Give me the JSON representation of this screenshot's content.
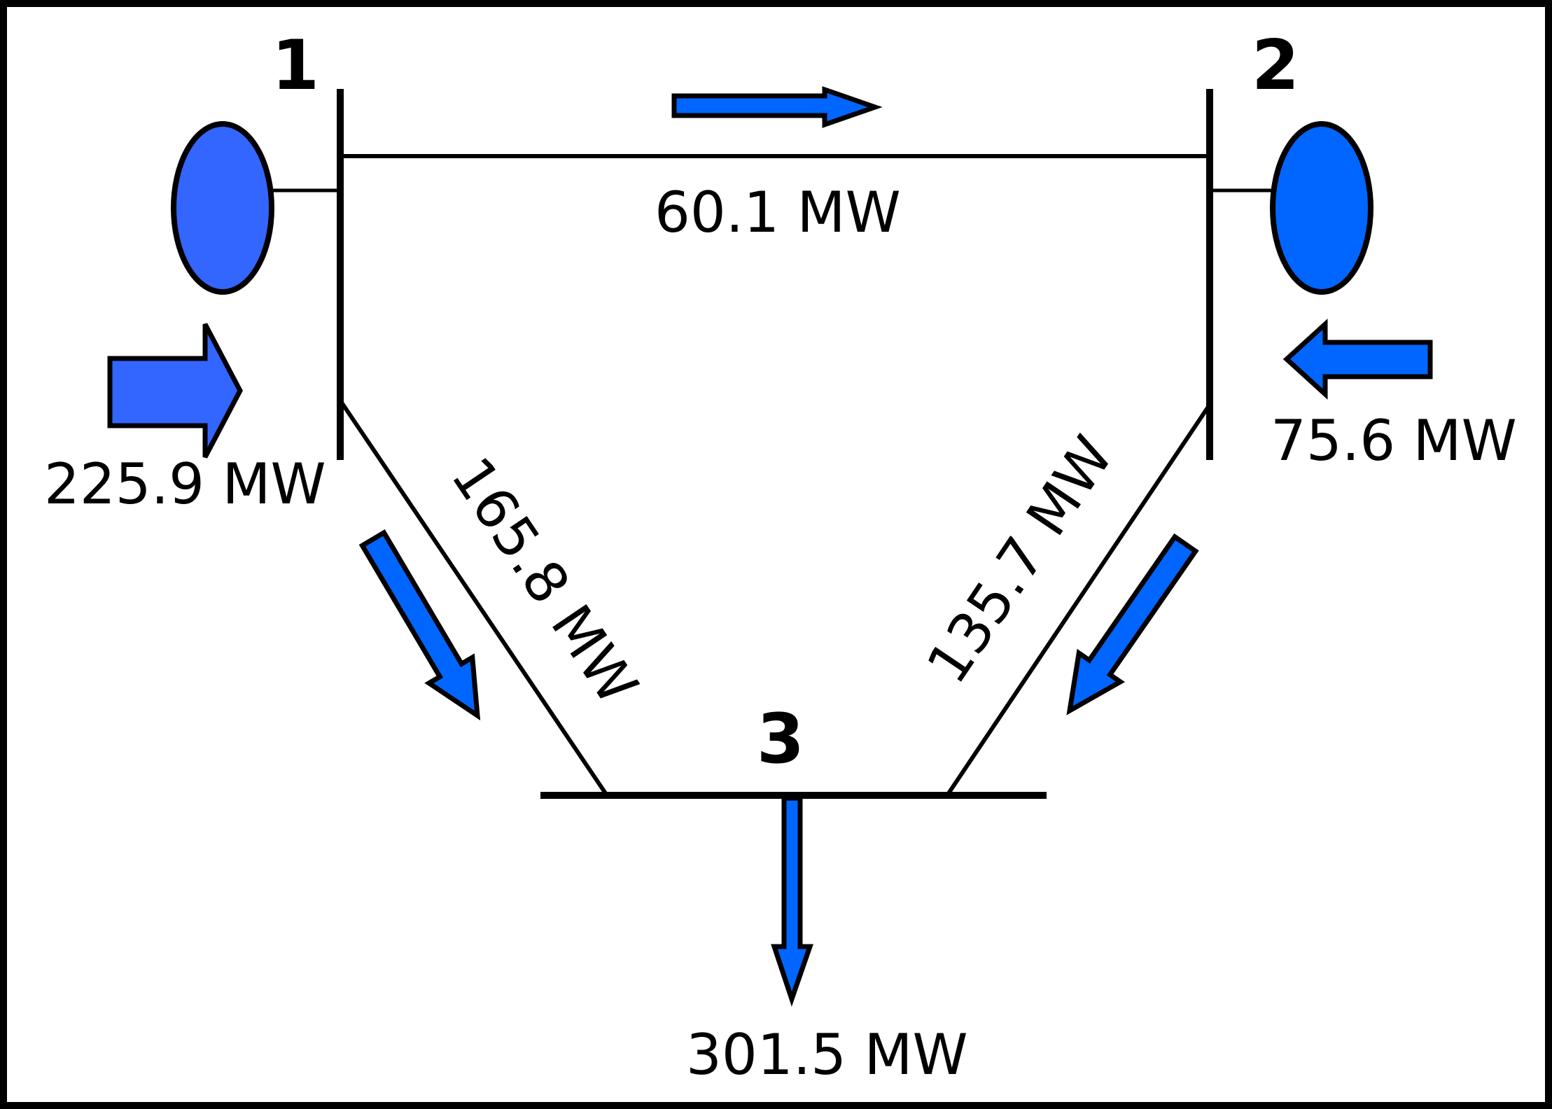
{
  "diagram_type": "power-flow-one-line",
  "colors": {
    "background": "#FFFFFF",
    "outline": "#000000",
    "generator1_fill": "#3366FF",
    "generator2_fill": "#0066FF",
    "flow_arrow_fill": "#0066FF",
    "bus1_injection_arrow_fill": "#3366FF"
  },
  "buses": {
    "bus1": {
      "label": "1"
    },
    "bus2": {
      "label": "2"
    },
    "bus3": {
      "label": "3"
    }
  },
  "line_flows": {
    "bus1_to_bus2": {
      "label": "60.1 MW",
      "value_mw": 60.1,
      "direction": "bus1-to-bus2"
    },
    "bus1_to_bus3": {
      "label": "165.8 MW",
      "value_mw": 165.8,
      "direction": "bus1-to-bus3"
    },
    "bus2_to_bus3": {
      "label": "135.7 MW",
      "value_mw": 135.7,
      "direction": "bus2-to-bus3"
    }
  },
  "injections": {
    "bus1_generation": {
      "label": "225.9 MW",
      "value_mw": 225.9,
      "direction": "into-bus1"
    },
    "bus2_generation": {
      "label": "75.6 MW",
      "value_mw": 75.6,
      "direction": "into-bus2"
    },
    "bus3_load": {
      "label": "301.5 MW",
      "value_mw": 301.5,
      "direction": "out-of-bus3"
    }
  }
}
